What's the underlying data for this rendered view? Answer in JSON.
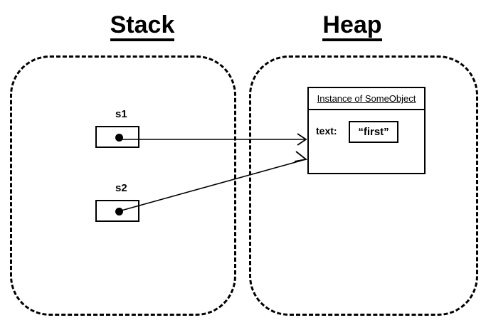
{
  "diagram": {
    "title": "Stack and Heap memory reference diagram",
    "background_color": "#ffffff",
    "line_color": "#000000"
  },
  "regions": [
    {
      "id": "stack",
      "title": "Stack",
      "border_style": "dashed",
      "border_color": "#000000"
    },
    {
      "id": "heap",
      "title": "Heap",
      "border_style": "dashed",
      "border_color": "#000000"
    }
  ],
  "stack": {
    "title": "Stack",
    "variables": [
      {
        "name": "s1",
        "value_icon": "reference-dot"
      },
      {
        "name": "s2",
        "value_icon": "reference-dot"
      }
    ]
  },
  "heap": {
    "title": "Heap",
    "object": {
      "header": "Instance of SomeObject",
      "fields": [
        {
          "name": "text:",
          "value": "“first”"
        }
      ]
    }
  },
  "arrows": [
    {
      "from": "s1",
      "to": "object-box",
      "style": "solid",
      "head": "open-v"
    },
    {
      "from": "s2",
      "to": "object-box",
      "style": "solid",
      "head": "open-v"
    }
  ]
}
